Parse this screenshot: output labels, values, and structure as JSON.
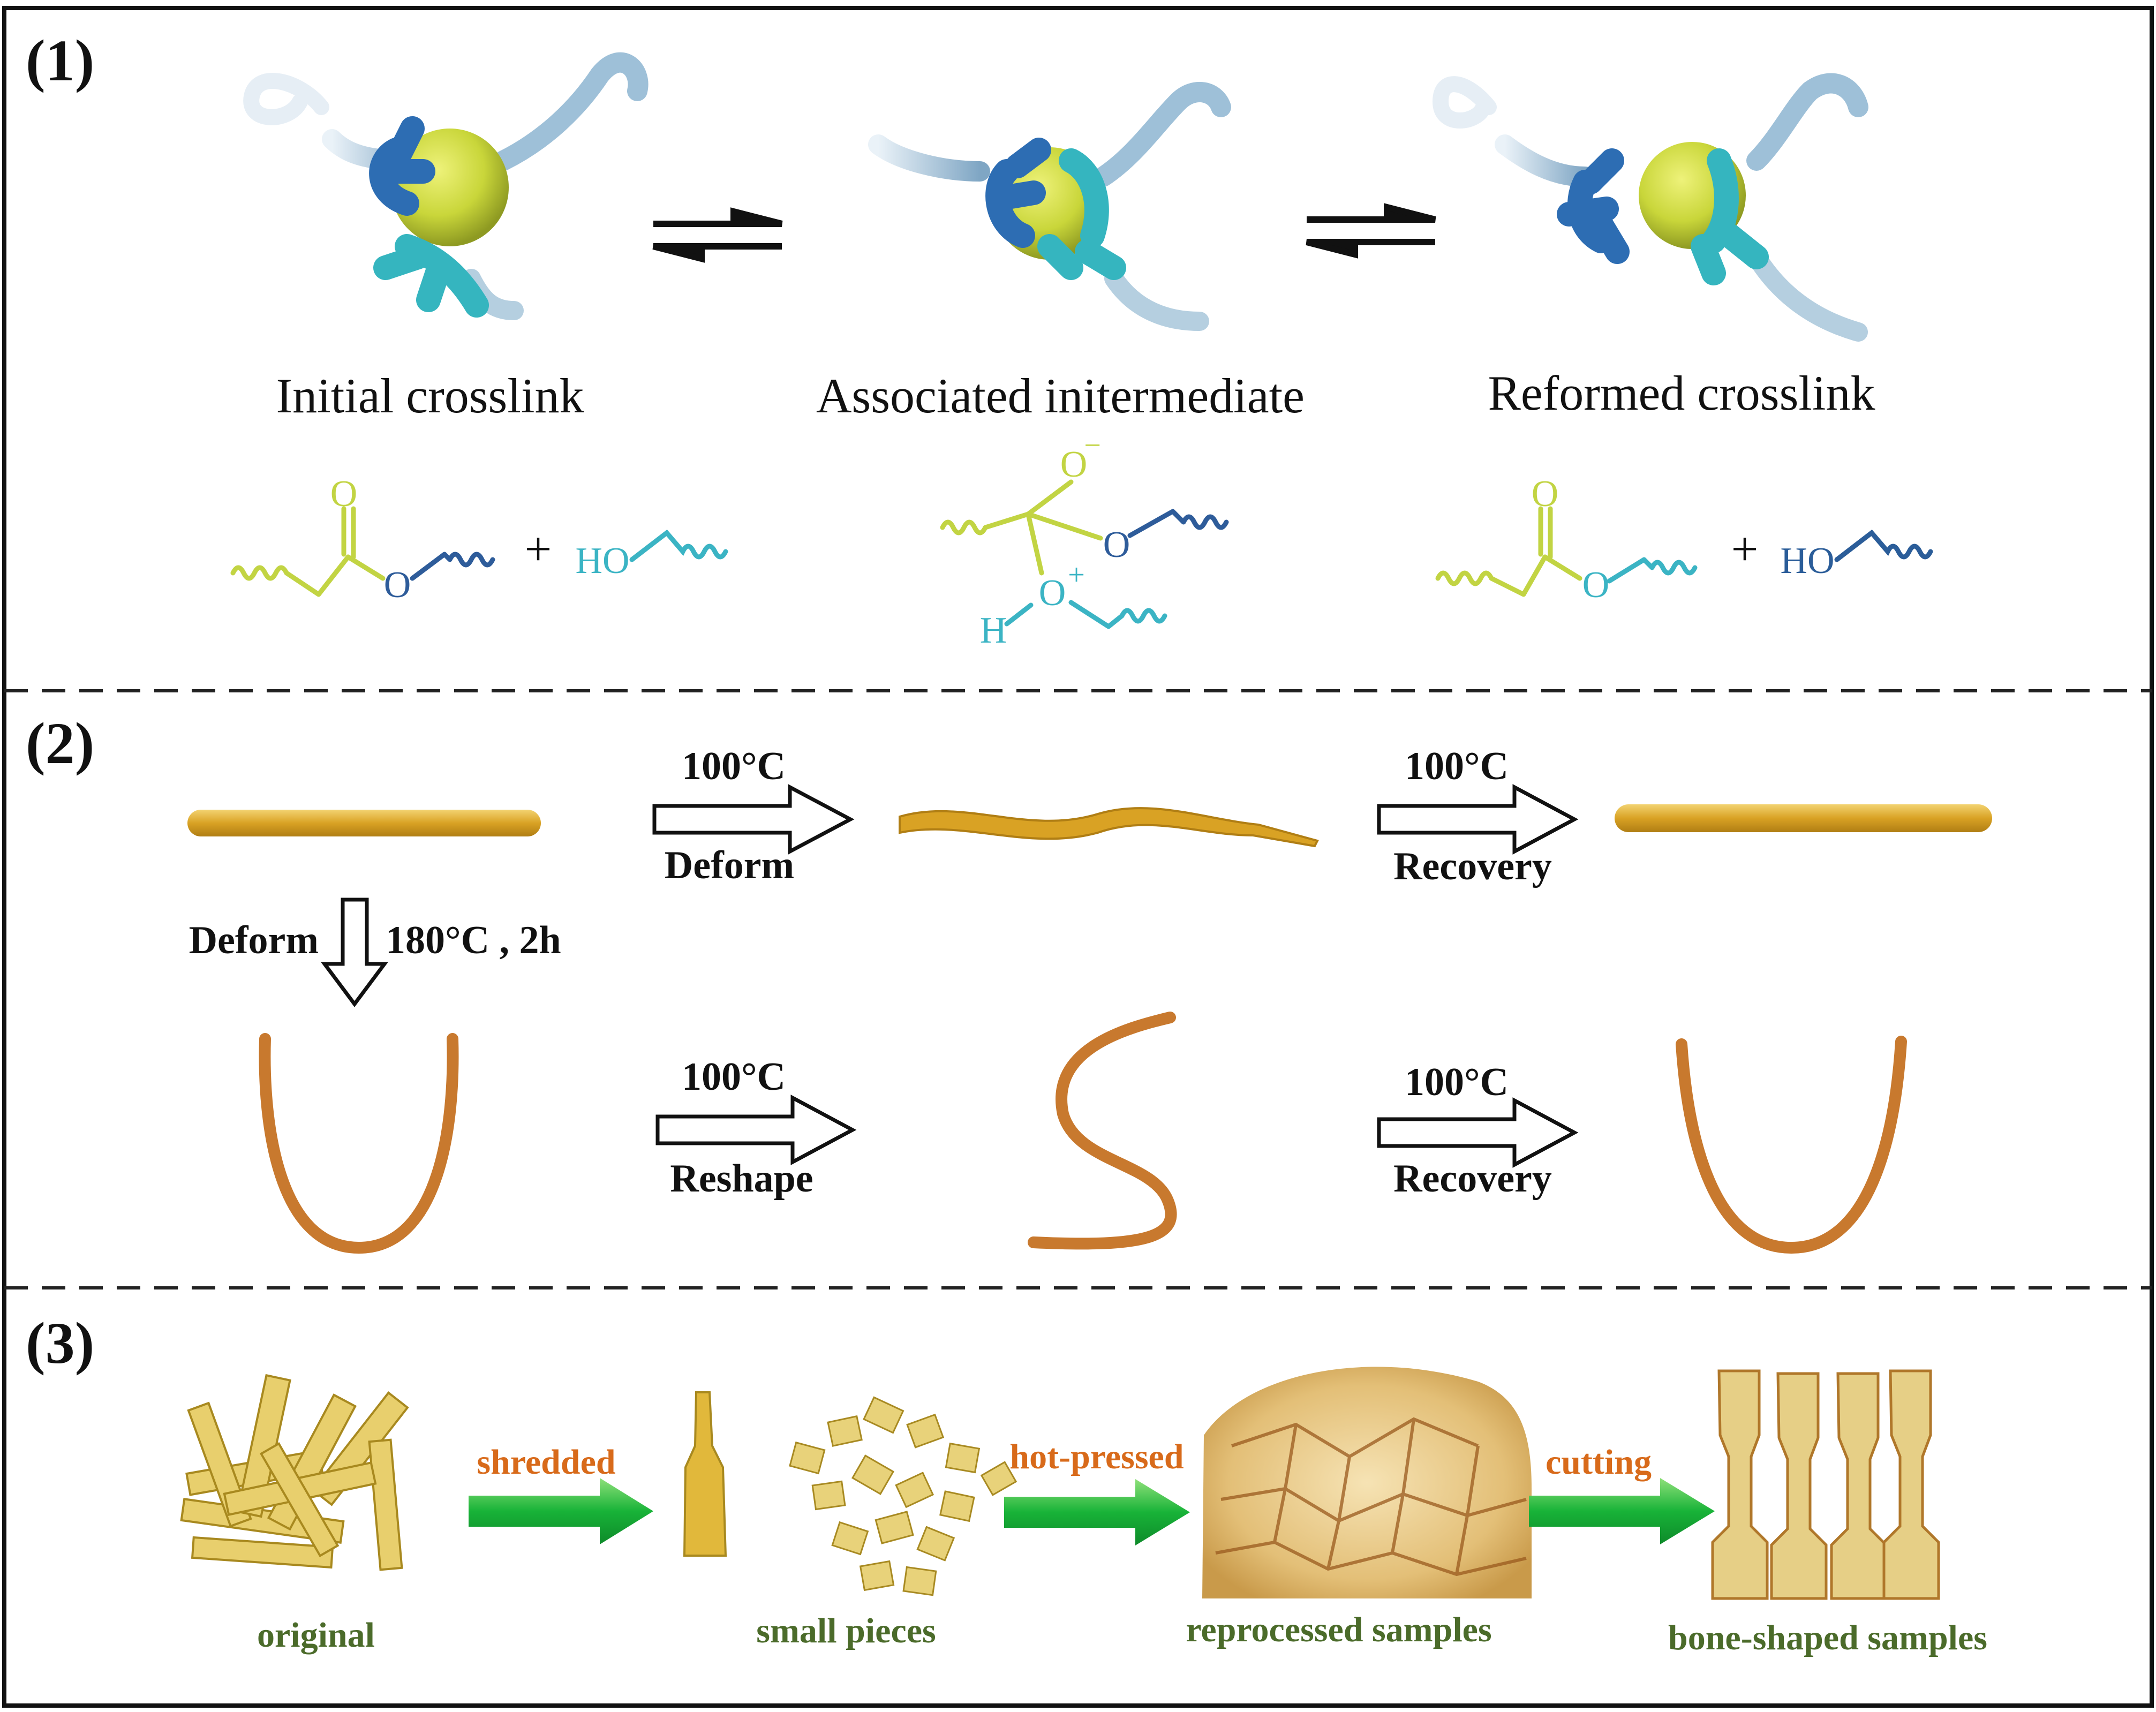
{
  "panels": {
    "p1": {
      "label": "(1)"
    },
    "p2": {
      "label": "(2)"
    },
    "p3": {
      "label": "(3)"
    }
  },
  "section1": {
    "captions": [
      "Initial crosslink",
      "Associated initermediate",
      "Reformed crosslink"
    ],
    "chem": {
      "carbonyl_O": "O",
      "ester_O": "O",
      "plus": "+",
      "hydroxyl": "HO",
      "o_minus": "O",
      "minus_sign": "−",
      "o_plus": "O",
      "plus_sign": "+",
      "H": "H"
    }
  },
  "section2": {
    "arrows": [
      {
        "top": "100°C",
        "bottom": "Deform"
      },
      {
        "top": "100°C",
        "bottom": "Recovery"
      },
      {
        "top": "100°C",
        "bottom": "Reshape"
      },
      {
        "top": "100°C",
        "bottom": "Recovery"
      }
    ],
    "down_arrow": {
      "left": "Deform",
      "right": "180°C , 2h"
    }
  },
  "section3": {
    "steps": [
      "shredded",
      "hot-pressed",
      "cutting"
    ],
    "labels": [
      "original",
      "small pieces",
      "reprocessed samples",
      "bone-shaped samples"
    ]
  },
  "colors": {
    "ester_chain": "#c2d443",
    "ester_O": "#2e5c9a",
    "hydroxyl": "#3bb4c4",
    "dark_blue_HO": "#2b5d99",
    "label_green": "#4b6b2a",
    "step_orange": "#d86a1a",
    "arrow_green": "#1bb33a",
    "rod_gold": "#e1b12f",
    "rod_copper": "#c8792e"
  }
}
